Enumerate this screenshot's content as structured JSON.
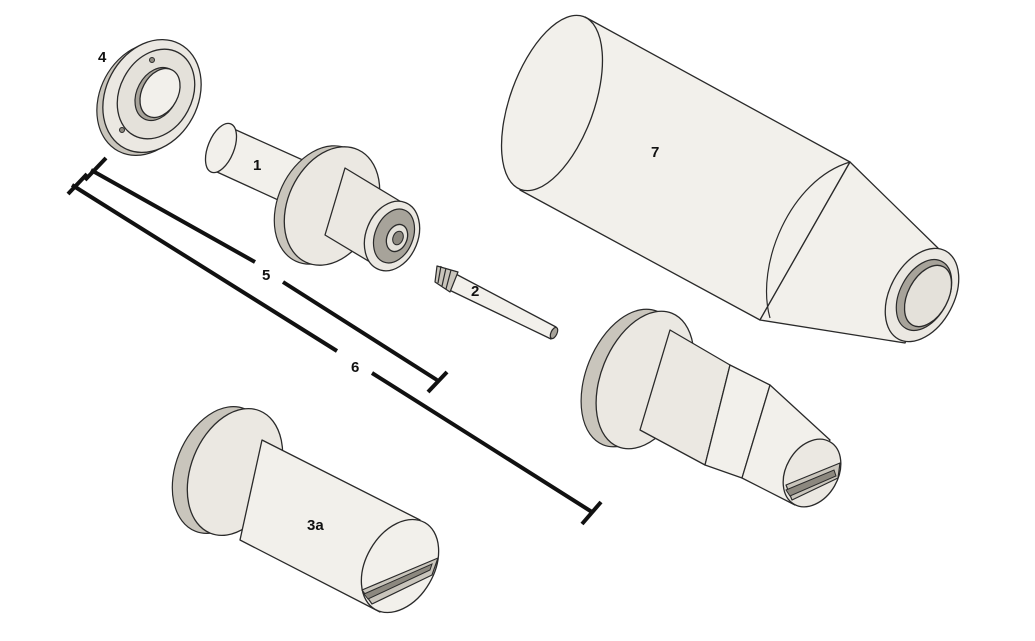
{
  "labels": {
    "part_1": "1",
    "part_2": "2",
    "part_3a": "3a",
    "part_4": "4",
    "dim_5": "5",
    "dim_6": "6",
    "part_7": "7"
  },
  "colors": {
    "part_fill": "#ebe8e2",
    "part_shadow": "#c9c5bc",
    "outline": "#2a2a2a",
    "dimension_line": "#111111",
    "background": "#ffffff"
  }
}
